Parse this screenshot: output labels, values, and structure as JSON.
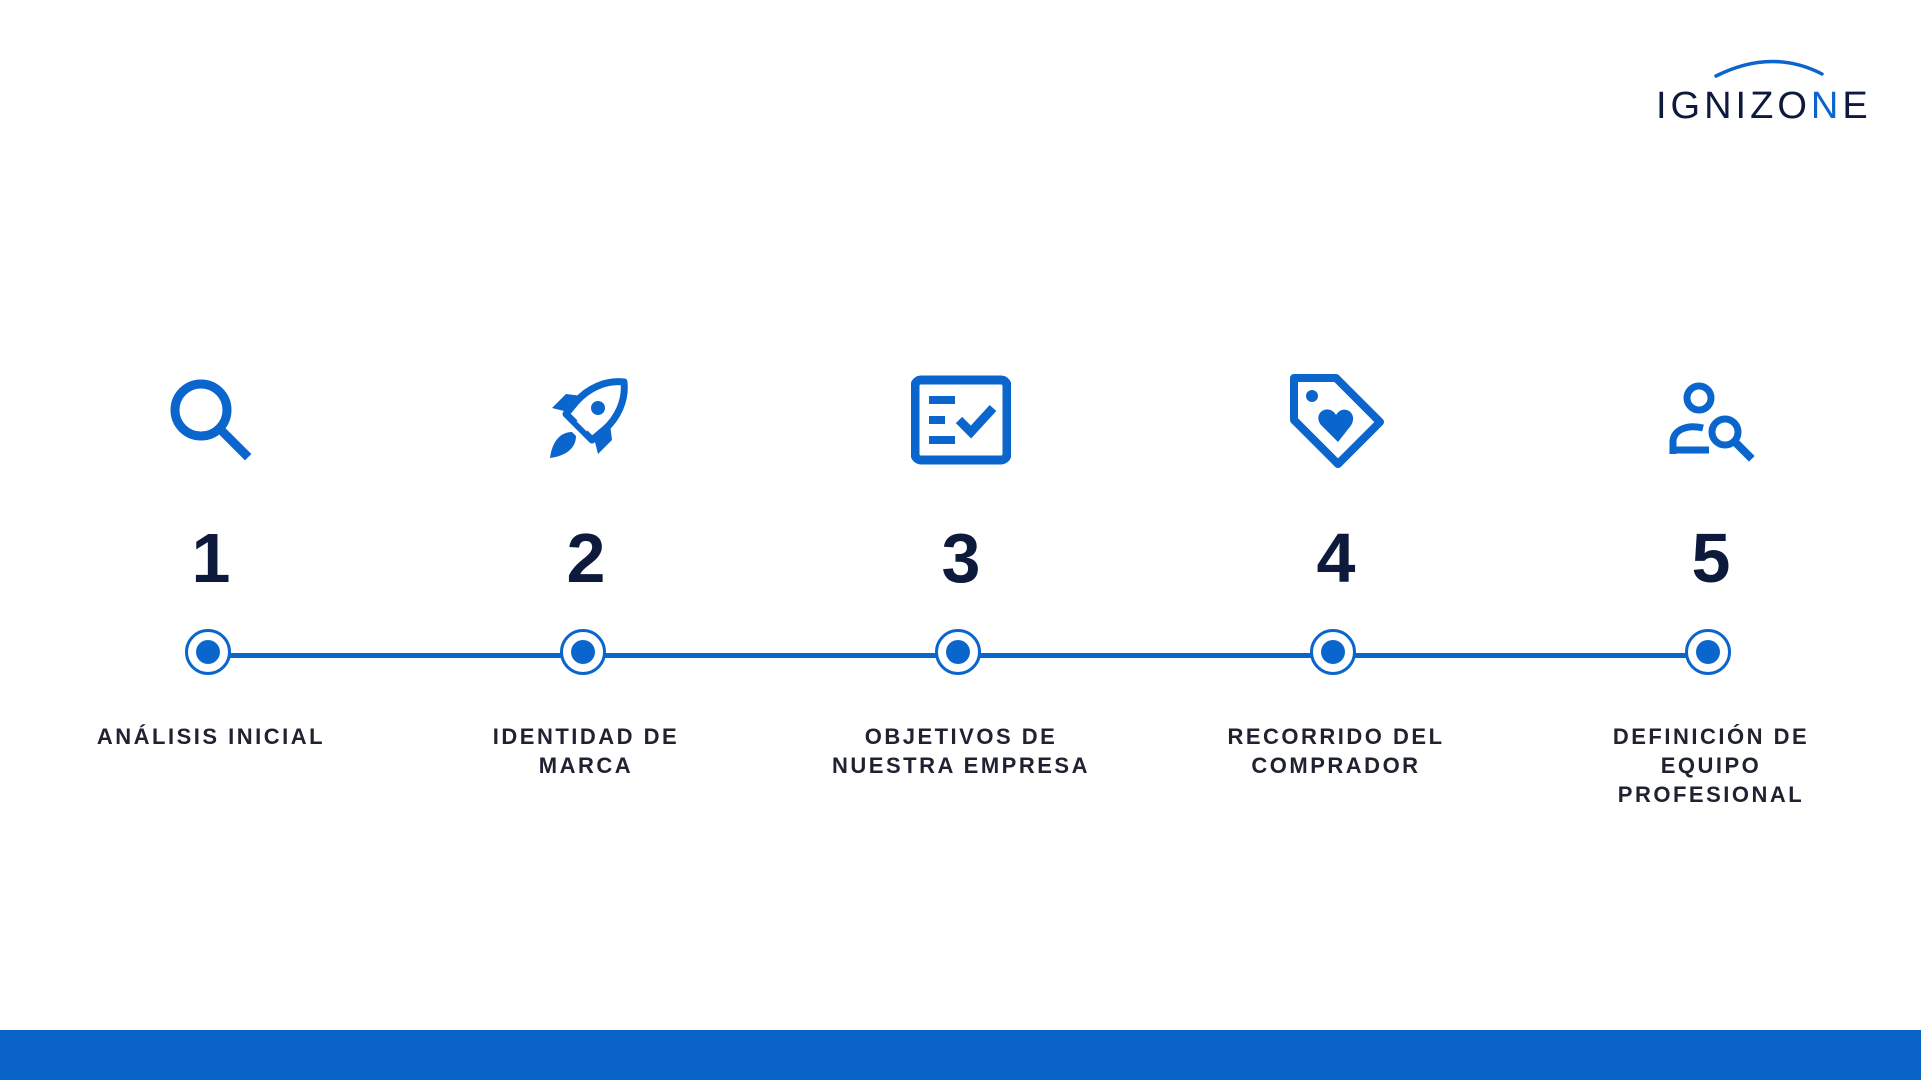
{
  "brand": {
    "name_main": "IGNIZO",
    "name_accent": "N",
    "name_tail": "E",
    "colors": {
      "primary": "#0a66cc",
      "dark": "#0e1a3c",
      "footer": "#0a63c9"
    }
  },
  "steps": [
    {
      "number": "1",
      "icon": "search-icon",
      "label_lines": [
        "ANÁLISIS INICIAL"
      ]
    },
    {
      "number": "2",
      "icon": "rocket-icon",
      "label_lines": [
        "IDENTIDAD DE",
        "MARCA"
      ]
    },
    {
      "number": "3",
      "icon": "checklist-icon",
      "label_lines": [
        "OBJETIVOS DE",
        "NUESTRA EMPRESA"
      ]
    },
    {
      "number": "4",
      "icon": "price-tag-heart-icon",
      "label_lines": [
        "RECORRIDO DEL",
        "COMPRADOR"
      ]
    },
    {
      "number": "5",
      "icon": "user-search-icon",
      "label_lines": [
        "DEFINICIÓN DE",
        "EQUIPO",
        "PROFESIONAL"
      ]
    }
  ]
}
